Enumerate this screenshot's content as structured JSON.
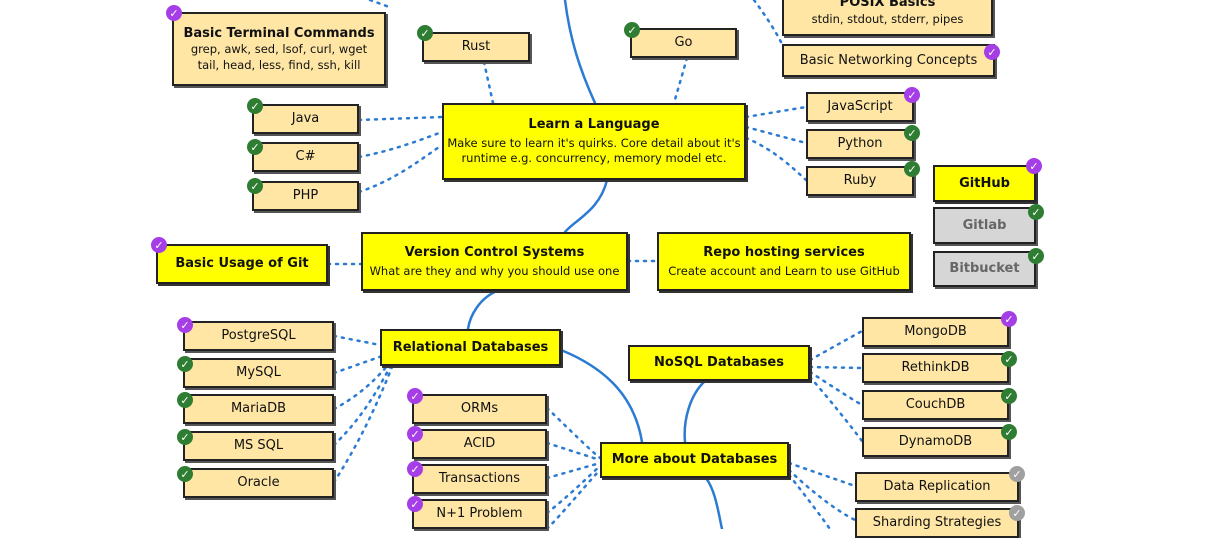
{
  "colors": {
    "main": "#ffff00",
    "sub": "#ffe6a5",
    "grey": "#d6d6d6",
    "curve": "#2b7bd3",
    "dots": "#2b7bd3",
    "done": "#2e7d32",
    "personal": "#a63ee8",
    "alternative": "#a0a0a0"
  },
  "nodes": {
    "basic_terminal": {
      "title": "Basic Terminal Commands",
      "lines": [
        "grep, awk, sed, lsof, curl, wget",
        "tail, head, less, find, ssh, kill"
      ]
    },
    "posix": {
      "title": "POSIX Basics",
      "lines": [
        "stdin, stdout, stderr, pipes"
      ]
    },
    "networking": {
      "title": "Basic Networking Concepts"
    },
    "rust": {
      "title": "Rust"
    },
    "go": {
      "title": "Go"
    },
    "learn_language": {
      "title": "Learn a Language",
      "lines": [
        "Make sure to learn it's quirks. Core detail about it's",
        "runtime e.g. concurrency, memory model etc."
      ]
    },
    "java": {
      "title": "Java"
    },
    "csharp": {
      "title": "C#"
    },
    "php": {
      "title": "PHP"
    },
    "javascript": {
      "title": "JavaScript"
    },
    "python": {
      "title": "Python"
    },
    "ruby": {
      "title": "Ruby"
    },
    "github": {
      "title": "GitHub"
    },
    "gitlab": {
      "title": "Gitlab"
    },
    "bitbucket": {
      "title": "Bitbucket"
    },
    "git_basics": {
      "title": "Basic Usage of Git"
    },
    "vcs": {
      "title": "Version Control Systems",
      "lines": [
        "What are they and why you should use one"
      ]
    },
    "repo_hosting": {
      "title": "Repo hosting services",
      "lines": [
        "Create account and Learn to use GitHub"
      ]
    },
    "relational": {
      "title": "Relational Databases"
    },
    "postgresql": {
      "title": "PostgreSQL"
    },
    "mysql": {
      "title": "MySQL"
    },
    "mariadb": {
      "title": "MariaDB"
    },
    "mssql": {
      "title": "MS SQL"
    },
    "oracle": {
      "title": "Oracle"
    },
    "nosql": {
      "title": "NoSQL Databases"
    },
    "mongodb": {
      "title": "MongoDB"
    },
    "rethinkdb": {
      "title": "RethinkDB"
    },
    "couchdb": {
      "title": "CouchDB"
    },
    "dynamodb": {
      "title": "DynamoDB"
    },
    "orms": {
      "title": "ORMs"
    },
    "acid": {
      "title": "ACID"
    },
    "transactions": {
      "title": "Transactions"
    },
    "n_plus_one": {
      "title": "N+1 Problem"
    },
    "more_db": {
      "title": "More about Databases"
    },
    "data_replication": {
      "title": "Data Replication"
    },
    "sharding": {
      "title": "Sharding Strategies"
    }
  }
}
